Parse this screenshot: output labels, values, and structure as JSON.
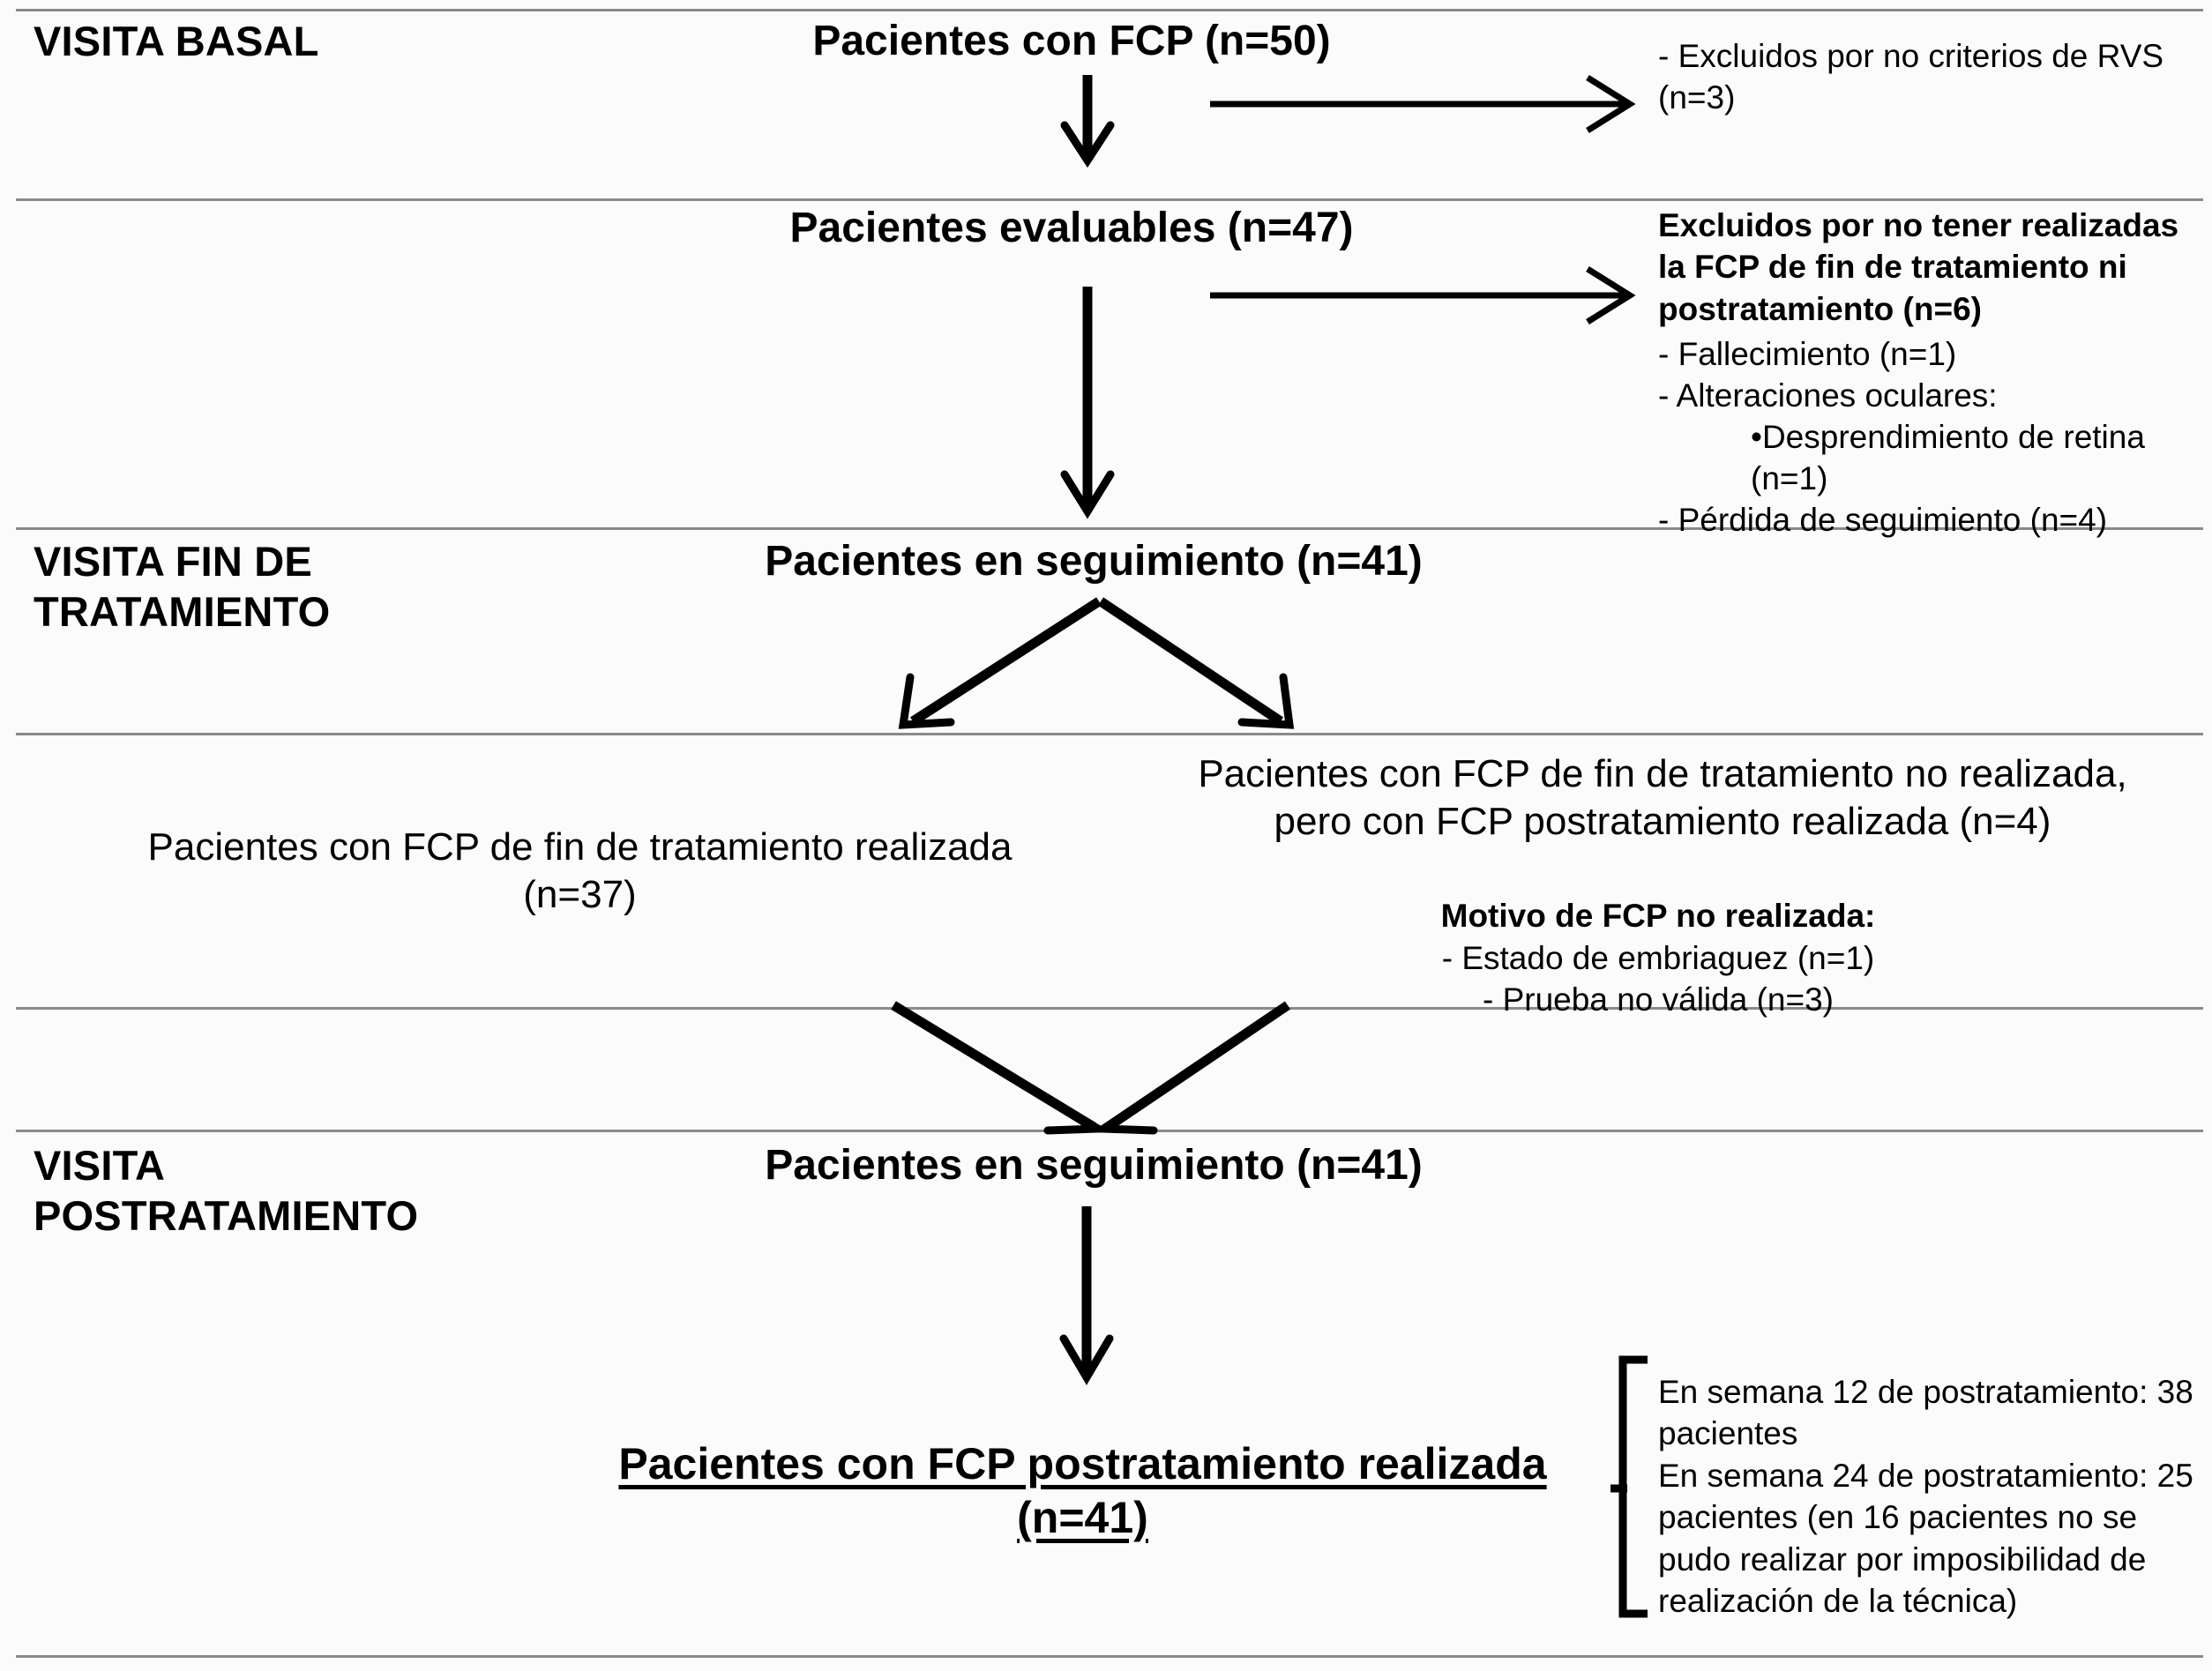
{
  "figure": {
    "type": "flow-diagram",
    "title": "Diagrama de flujo de pacientes con FCP",
    "language": "es",
    "line_color": "#8a8a8a",
    "text_color": "#000000",
    "background": "#ffffff"
  },
  "stages": [
    {
      "id": "basal",
      "label": "VISITA BASAL"
    },
    {
      "id": "fin_tratamiento",
      "label": "VISITA FIN DE\nTRATAMIENTO"
    },
    {
      "id": "postratamiento",
      "label": "VISITA\nPOSTRATAMIENTO"
    }
  ],
  "nodes": {
    "pacientes_fcp": "Pacientes con FCP (n=50)",
    "pacientes_evaluables": "Pacientes evaluables (n=47)",
    "pacientes_seguimiento_1": "Pacientes en seguimiento (n=41)",
    "fcp_realizada": "Pacientes con FCP de fin de tratamiento realizada\n(n=37)",
    "fcp_no_realizada": "Pacientes con FCP de fin de tratamiento no realizada,\npero con FCP postratamiento realizada (n=4)",
    "pacientes_seguimiento_2": "Pacientes en seguimiento (n=41)",
    "fcp_postratamiento": "Pacientes con FCP postratamiento realizada\n(n=41)"
  },
  "notes": {
    "exclusion_rvs": "- Excluidos por no criterios de RVS\n(n=3)",
    "exclusion_fcp_bold": "Excluidos por no tener realizadas\nla FCP de fin de tratamiento ni\npostratamiento (n=6)",
    "exclusion_fcp_items": "- Fallecimiento (n=1)\n- Alteraciones oculares:",
    "exclusion_fcp_bullet": "•Desprendimiento de retina\n(n=1)",
    "exclusion_fcp_last": "- Pérdida de seguimiento (n=4)",
    "motivo_title": "Motivo de FCP no realizada:",
    "motivo_item_1": "- Estado de embriaguez (n=1)",
    "motivo_item_2": "- Prueba no válida (n=3)",
    "semana_12": "En semana 12 de postratamiento: 38\npacientes",
    "semana_24": "En semana 24 de postratamiento: 25\npacientes (en 16 pacientes no se\npudo realizar por imposibilidad de\nrealización de la técnica)"
  },
  "chart_data": {
    "type": "table",
    "title": "Flujo de pacientes del estudio FCP",
    "counts": {
      "pacientes_con_fcp_basal": 50,
      "excluidos_no_criterios_rvs": 3,
      "pacientes_evaluables": 47,
      "excluidos_sin_fcp_fin_ni_postratamiento": 6,
      "fallecimiento": 1,
      "desprendimiento_de_retina": 1,
      "perdida_de_seguimiento": 4,
      "pacientes_en_seguimiento_fin_tratamiento": 41,
      "fcp_fin_tratamiento_realizada": 37,
      "fcp_fin_tratamiento_no_realizada_con_post": 4,
      "motivo_estado_de_embriaguez": 1,
      "motivo_prueba_no_valida": 3,
      "pacientes_en_seguimiento_postratamiento": 41,
      "fcp_postratamiento_realizada": 41,
      "semana_12_pacientes": 38,
      "semana_24_pacientes": 25,
      "semana_24_no_realizada": 16
    }
  }
}
